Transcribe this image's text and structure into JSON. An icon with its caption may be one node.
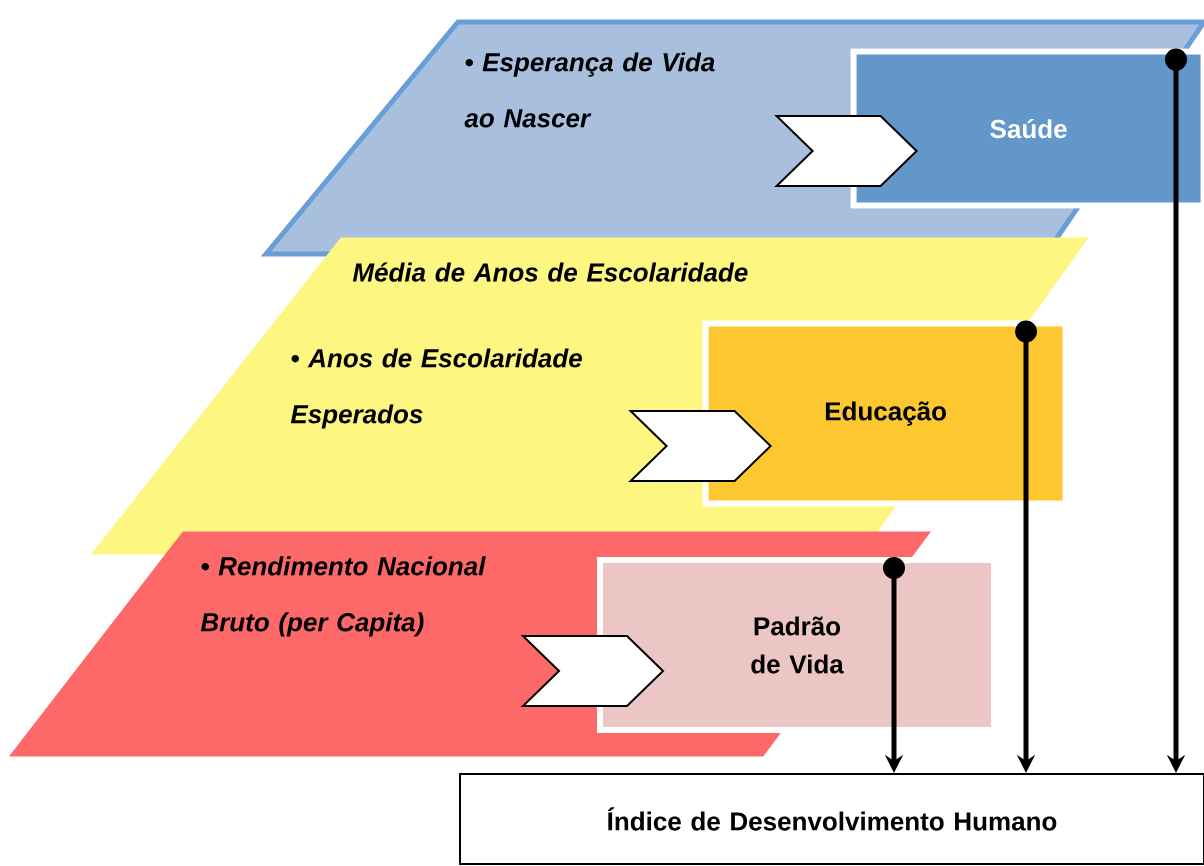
{
  "diagram": {
    "nodes": [
      {
        "text": [
          "• Esperança de Vida ao Nascer"
        ]
      },
      {
        "text": [
          "Saúde"
        ],
        "in": 0
      },
      {
        "text": [
          "Média de Anos de Escolaridade",
          "• Anos de Escolaridade Esperados"
        ]
      },
      {
        "text": [
          "Educação"
        ],
        "in": 2
      },
      {
        "text": [
          "• Rendimento Nacional Bruto (per Capita)"
        ]
      },
      {
        "text": [
          "Padrão de Vida"
        ]
      },
      {
        "text": [
          "Índice de Desenvolvimento Humano"
        ]
      }
    ],
    "edges": [
      {
        "from": 0,
        "to": 1,
        "arrow": "to"
      },
      {
        "from": 2,
        "to": 3,
        "arrow": "to"
      },
      {
        "from": 4,
        "to": 5,
        "arrow": "to"
      },
      {
        "from": 1,
        "to": 6,
        "arrow": "to"
      },
      {
        "from": 3,
        "to": 6,
        "arrow": "to"
      },
      {
        "from": 5,
        "to": 6,
        "arrow": "to"
      }
    ]
  }
}
